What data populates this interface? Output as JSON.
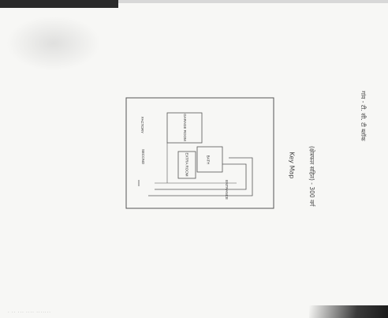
{
  "document": {
    "map_title": "Key Map",
    "note_line_1": "(क्षेत्रफल सहित)  - 300 वर्ग",
    "note_line_2": "गांव - टी. सी. टी ब्लॉक",
    "labels": {
      "top_left": "FACTORY",
      "top_right": "SECOND",
      "box_large": "GARAGE ROOM",
      "box_medium": "EXTRA ROOM",
      "box_small": "BATH",
      "bottom": "ENTRANCE"
    }
  }
}
